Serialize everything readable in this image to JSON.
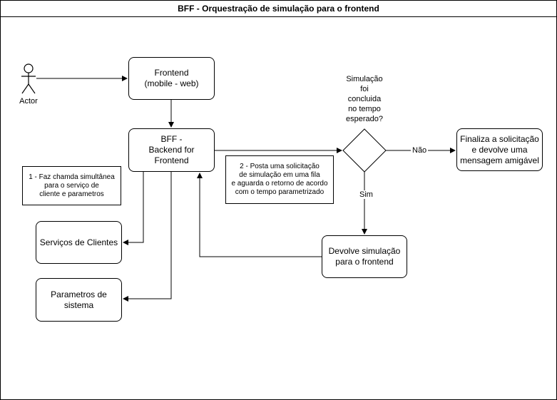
{
  "title": "BFF - Orquestração de simulação para o frontend",
  "actor": {
    "label": "Actor"
  },
  "nodes": {
    "frontend": "Frontend\n(mobile - web)",
    "bff": "BFF -\nBackend for Frontend",
    "servicos": "Serviços de Clientes",
    "parametros": "Parametros de\nsistema",
    "devolve": "Devolve simulação\npara o frontend",
    "finaliza": "Finaliza a solicitação\ne devolve uma\nmensagem amigável"
  },
  "decision": {
    "question": "Simulação\nfoi\nconcluida\nno tempo\nesperado?"
  },
  "notes": {
    "chamada": "1 - Faz chamda simultânea\npara o serviço de\ncliente e parametros",
    "posta": "2 - Posta uma solicitação\nde simulação em uma fila\ne aguarda o retorno de acordo\ncom o tempo parametrizado"
  },
  "edge_labels": {
    "nao": "Não",
    "sim": "Sim"
  },
  "colors": {
    "stroke": "#000000",
    "background": "#ffffff"
  }
}
